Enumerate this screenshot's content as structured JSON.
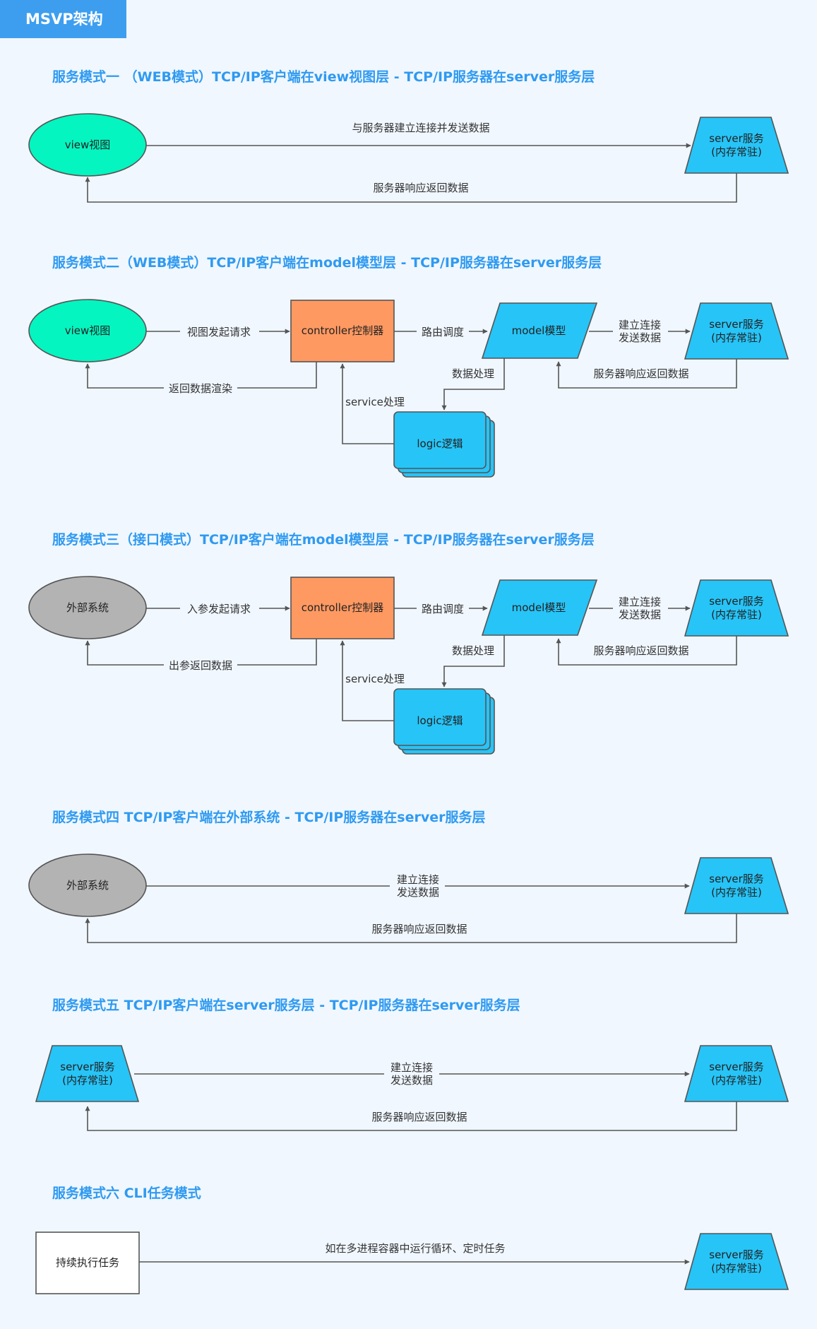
{
  "title": "MSVP架构",
  "colors": {
    "badge": "#3d9eef",
    "heading": "#2f9af0",
    "view_node": "#04f5c0",
    "external_node": "#b3b3b3",
    "controller_node": "#ff9962",
    "blue_node": "#27c4f7",
    "task_node": "#ffffff",
    "edge": "#555555",
    "background": "#f0f7ff"
  },
  "sections": [
    {
      "heading": "服务模式一 （WEB模式）TCP/IP客户端在view视图层 - TCP/IP服务器在server服务层",
      "nodes": {
        "view": "view视图",
        "server": [
          "server服务",
          "(内存常驻)"
        ]
      },
      "edges": {
        "request": "与服务器建立连接并发送数据",
        "response": "服务器响应返回数据"
      }
    },
    {
      "heading": "服务模式二（WEB模式）TCP/IP客户端在model模型层 - TCP/IP服务器在server服务层",
      "nodes": {
        "view": "view视图",
        "controller": "controller控制器",
        "model": "model模型",
        "server": [
          "server服务",
          "(内存常驻)"
        ],
        "logic": "logic逻辑"
      },
      "edges": {
        "request": "视图发起请求",
        "route": "路由调度",
        "connect": [
          "建立连接",
          "发送数据"
        ],
        "server_response": "服务器响应返回数据",
        "process": "数据处理",
        "service": "service处理",
        "render": "返回数据渲染"
      }
    },
    {
      "heading": "服务模式三（接口模式）TCP/IP客户端在model模型层 - TCP/IP服务器在server服务层",
      "nodes": {
        "external": "外部系统",
        "controller": "controller控制器",
        "model": "model模型",
        "server": [
          "server服务",
          "(内存常驻)"
        ],
        "logic": "logic逻辑"
      },
      "edges": {
        "request": "入参发起请求",
        "route": "路由调度",
        "connect": [
          "建立连接",
          "发送数据"
        ],
        "server_response": "服务器响应返回数据",
        "process": "数据处理",
        "service": "service处理",
        "output": "出参返回数据"
      }
    },
    {
      "heading": "服务模式四   TCP/IP客户端在外部系统 - TCP/IP服务器在server服务层",
      "nodes": {
        "external": "外部系统",
        "server": [
          "server服务",
          "(内存常驻)"
        ]
      },
      "edges": {
        "connect": [
          "建立连接",
          "发送数据"
        ],
        "response": "服务器响应返回数据"
      }
    },
    {
      "heading": "服务模式五   TCP/IP客户端在server服务层 - TCP/IP服务器在server服务层",
      "nodes": {
        "client": [
          "server服务",
          "(内存常驻)"
        ],
        "server": [
          "server服务",
          "(内存常驻)"
        ]
      },
      "edges": {
        "connect": [
          "建立连接",
          "发送数据"
        ],
        "response": "服务器响应返回数据"
      }
    },
    {
      "heading": "服务模式六   CLI任务模式",
      "nodes": {
        "task": "持续执行任务",
        "server": [
          "server服务",
          "(内存常驻)"
        ]
      },
      "edges": {
        "loop": "如在多进程容器中运行循环、定时任务"
      }
    }
  ]
}
